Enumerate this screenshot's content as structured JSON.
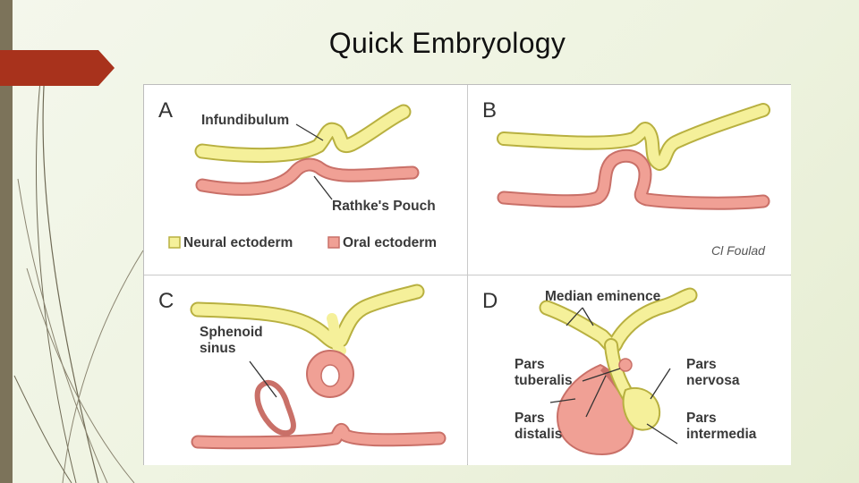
{
  "slide": {
    "title": "Quick Embryology"
  },
  "figure": {
    "panels": {
      "a": {
        "letter": "A",
        "infundibulum": "Infundibulum",
        "rathke": "Rathke's Pouch",
        "legend_neural": "Neural ectoderm",
        "legend_oral": "Oral ectoderm"
      },
      "b": {
        "letter": "B",
        "signature": "Cl Foulad"
      },
      "c": {
        "letter": "C",
        "sphenoid_1": "Sphenoid",
        "sphenoid_2": "sinus"
      },
      "d": {
        "letter": "D",
        "median_eminence": "Median eminence",
        "tuberalis_1": "Pars",
        "tuberalis_2": "tuberalis",
        "nervosa_1": "Pars",
        "nervosa_2": "nervosa",
        "distalis_1": "Pars",
        "distalis_2": "distalis",
        "intermedia_1": "Pars",
        "intermedia_2": "intermedia"
      }
    }
  },
  "colors": {
    "neural_fill": "#f5f09a",
    "neural_stroke": "#b8b040",
    "oral_fill": "#f0a095",
    "oral_stroke": "#c97068",
    "accent_tab": "#a8321c",
    "side_bar": "#7c735a"
  }
}
